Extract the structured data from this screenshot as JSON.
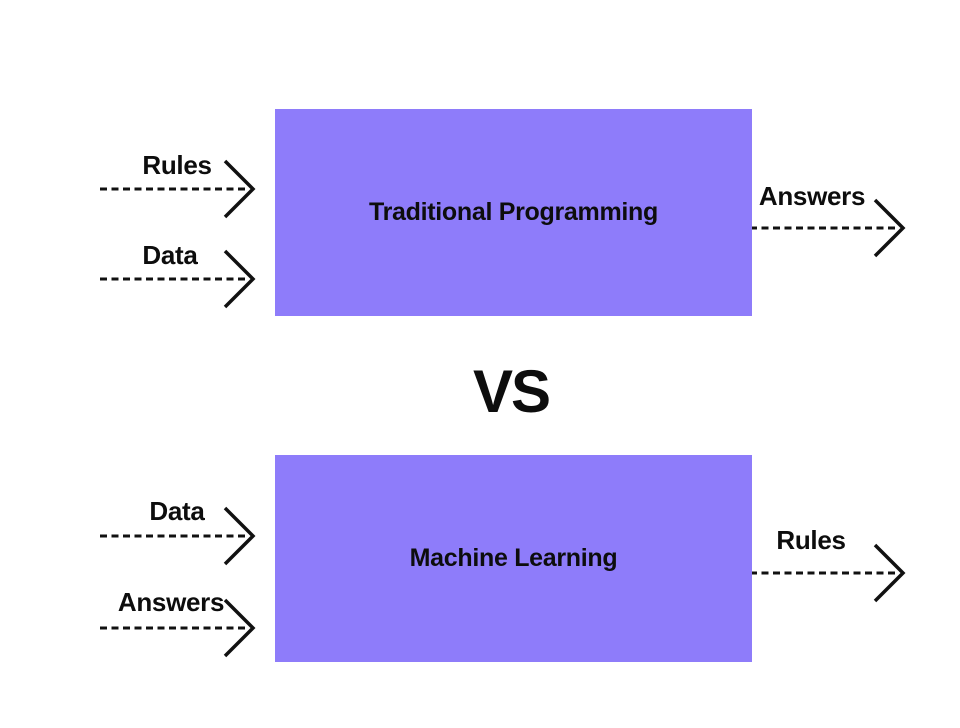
{
  "colors": {
    "background": "#ffffff",
    "box_fill": "#8E7CFA",
    "text": "#0d0d0d",
    "arrow": "#111111"
  },
  "top_diagram": {
    "box_label": "Traditional Programming",
    "inputs": [
      {
        "label": "Rules"
      },
      {
        "label": "Data"
      }
    ],
    "output": {
      "label": "Answers"
    }
  },
  "divider": {
    "label": "VS"
  },
  "bottom_diagram": {
    "box_label": "Machine Learning",
    "inputs": [
      {
        "label": "Data"
      },
      {
        "label": "Answers"
      }
    ],
    "output": {
      "label": "Rules"
    }
  }
}
